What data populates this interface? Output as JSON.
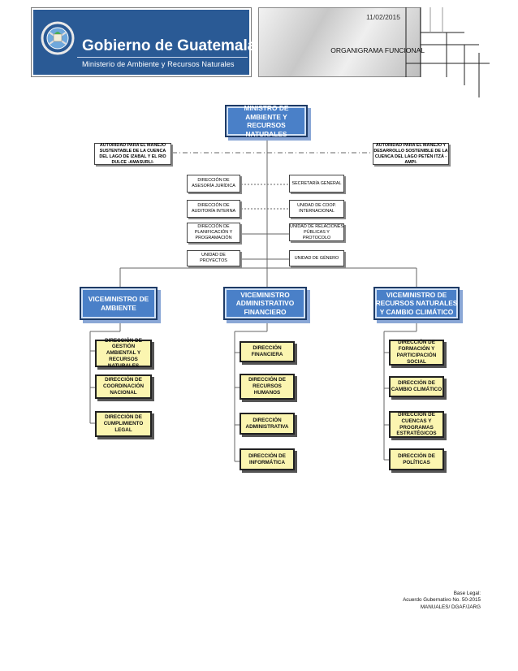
{
  "header": {
    "brand_title": "Gobierno de Guatemala",
    "brand_subtitle": "Ministerio de Ambiente y Recursos Naturales",
    "date": "11/02/2015",
    "org_title": "ORGANIGRAMA FUNCIONAL"
  },
  "chart": {
    "minister": "MINISTRO DE AMBIENTE Y RECURSOS NATURALES",
    "authority_left": "AUTORIDAD PARA EL MANEJO SUSTENTABLE DE LA CUENCA DEL LAGO DE IZABAL Y EL RIO DULCE -AMASURLI-",
    "authority_right": "AUTORIDAD PARA EL MANEJO Y DESARROLLO SOSTENIBLE DE LA CUENCA DEL LAGO PETÉN ITZÁ -AMPI-",
    "staff_left": [
      "DIRECCIÓN DE ASESORÍA JURÍDICA",
      "DIRECCIÓN DE AUDITORÍA INTERNA",
      "DIRECCIÓN DE PLANIFICACIÓN Y PROGRAMACIÓN",
      "UNIDAD DE PROYECTOS"
    ],
    "staff_right": [
      "SECRETARÍA GENERAL",
      "UNIDAD DE COOP. INTERNACIONAL",
      "UNIDAD DE RELACIONES PÚBLICAS Y PROTOCOLO",
      "UNIDAD DE GÉNERO"
    ],
    "vice_ministers": [
      {
        "title": "VICEMINISTRO DE AMBIENTE",
        "directorates": [
          "DIRECCIÓN DE GESTIÓN AMBIENTAL Y RECURSOS NATURALES",
          "DIRECCIÓN DE COORDINACIÓN NACIONAL",
          "DIRECCIÓN DE CUMPLIMIENTO LEGAL"
        ]
      },
      {
        "title": "VICEMINISTRO ADMINISTRATIVO FINANCIERO",
        "directorates": [
          "DIRECCIÓN FINANCIERA",
          "DIRECCIÓN DE RECURSOS HUMANOS",
          "DIRECCIÓN ADMINISTRATIVA",
          "DIRECCIÓN DE INFORMÁTICA"
        ]
      },
      {
        "title": "VICEMINISTRO DE RECURSOS NATURALES Y CAMBIO CLIMÁTICO",
        "directorates": [
          "DIRECCIÓN DE FORMACIÓN Y PARTICIPACIÓN SOCIAL",
          "DIRECCIÓN DE CAMBIO CLIMÁTICO",
          "DIRECCIÓN DE CUENCAS Y PROGRAMAS ESTRATÉGICOS",
          "DIRECCIÓN DE POLÍTICAS"
        ]
      }
    ]
  },
  "footer": {
    "line1": "Base Legal:",
    "line2": "Acuerdo Gubernativo No. 50-2015",
    "line3": "MANUALES/ DGAF/JARG"
  },
  "colors": {
    "vice_box": "#4a80c8",
    "directorate_box": "#fbf5b0",
    "header_brand": "#2a5a95"
  }
}
